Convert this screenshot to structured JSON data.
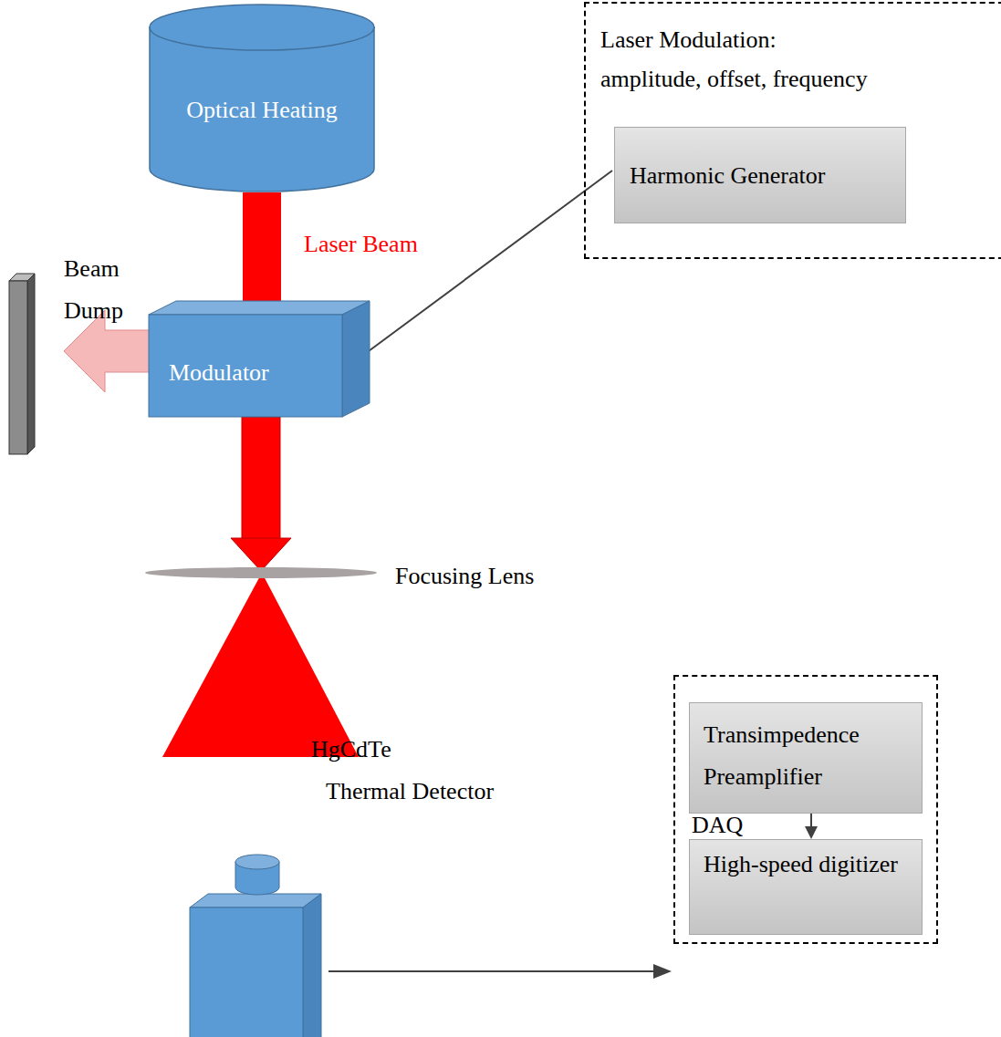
{
  "diagram": {
    "nodes": [
      {
        "text": [
          "Optical Heating"
        ]
      },
      {
        "text": [
          "Laser Modulation:",
          "amplitude, offset, frequency"
        ]
      },
      {
        "text": [
          "Harmonic Generator"
        ],
        "in": 1
      },
      {
        "text": [
          "Beam Dump"
        ]
      },
      {
        "text": [
          "Modulator"
        ]
      },
      {
        "text": [
          "Focusing Lens"
        ]
      },
      {
        "text": [
          "HgCdTe",
          "Thermal Detector"
        ]
      },
      {
        "text": [
          "DAQ"
        ]
      },
      {
        "text": [
          "Transimpedence Preamplifier"
        ],
        "in": 7
      },
      {
        "text": [
          "High-speed digitizer"
        ],
        "in": 7
      }
    ],
    "edges": [
      {
        "from": 0,
        "to": 4,
        "arrow": "none",
        "label": "Laser Beam"
      },
      {
        "from": 4,
        "to": 5,
        "arrow": "to"
      },
      {
        "from": 4,
        "to": 3,
        "arrow": "to"
      },
      {
        "from": 2,
        "to": 4,
        "arrow": "to"
      },
      {
        "from": 6,
        "to": 7,
        "arrow": "to"
      },
      {
        "from": 8,
        "to": 9,
        "arrow": "to"
      }
    ]
  }
}
